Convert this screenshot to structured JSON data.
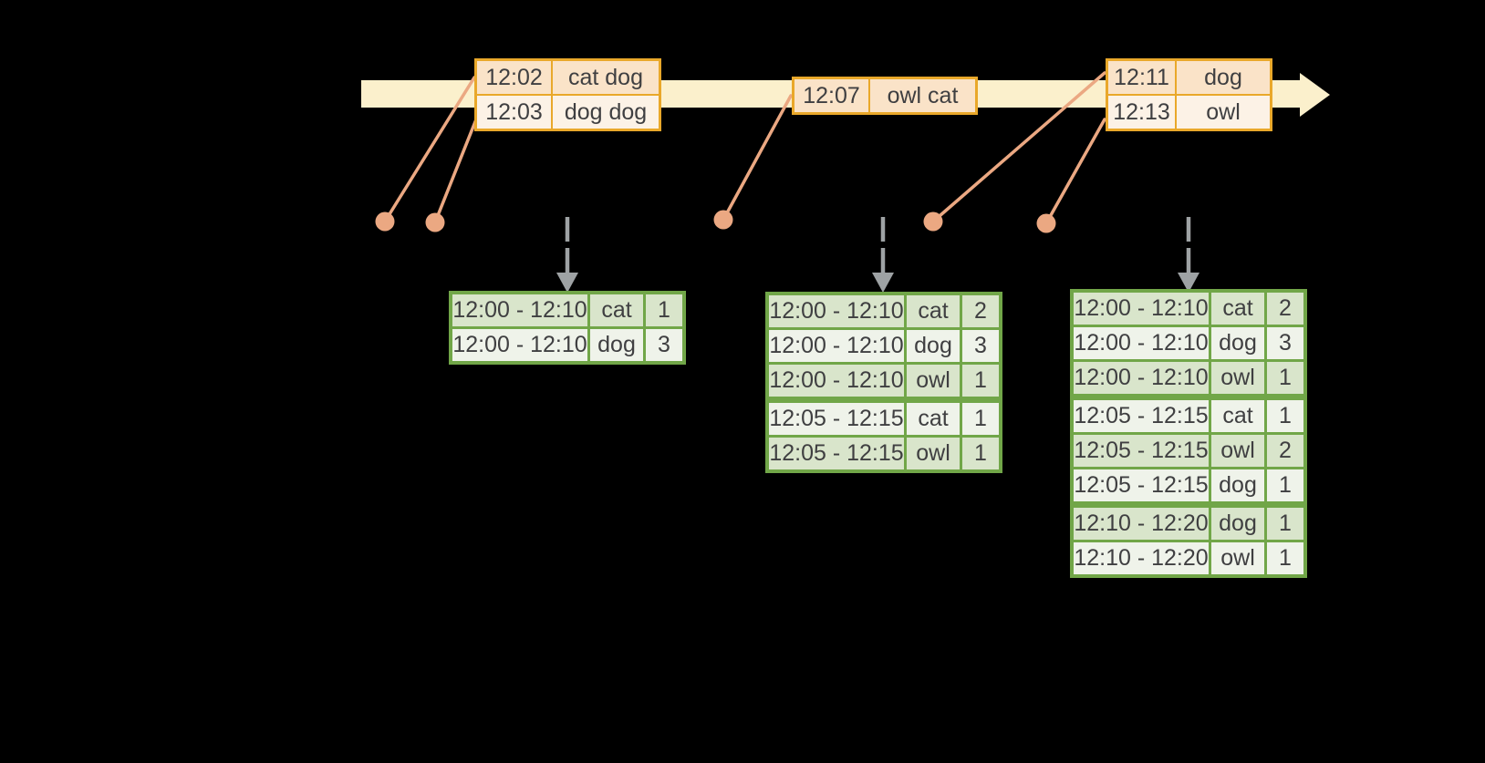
{
  "colors": {
    "background": "#000000",
    "timeline_band": "#FBF0CC",
    "event_table_border": "#E9A82A",
    "event_row_fill": "#FAE3C8",
    "event_row_alt_fill": "#FCF2E6",
    "connector_salmon": "#EBA882",
    "result_table_border": "#71A648",
    "result_row_fill": "#D9E5CB",
    "result_row_alt_fill": "#EFF3EA",
    "trigger_arrow_gray": "#9EA2A4",
    "text": "#3F3F41"
  },
  "event_tables": [
    {
      "rows": [
        {
          "time": "12:02",
          "words": "cat dog"
        },
        {
          "time": "12:03",
          "words": "dog dog"
        }
      ]
    },
    {
      "rows": [
        {
          "time": "12:07",
          "words": "owl cat"
        }
      ]
    },
    {
      "rows": [
        {
          "time": "12:11",
          "words": "dog"
        },
        {
          "time": "12:13",
          "words": "owl"
        }
      ]
    }
  ],
  "result_tables": [
    {
      "groups": [
        {
          "rows": [
            {
              "window": "12:00 - 12:10",
              "word": "cat",
              "count": "1"
            },
            {
              "window": "12:00 - 12:10",
              "word": "dog",
              "count": "3"
            }
          ]
        }
      ]
    },
    {
      "groups": [
        {
          "rows": [
            {
              "window": "12:00 - 12:10",
              "word": "cat",
              "count": "2"
            },
            {
              "window": "12:00 - 12:10",
              "word": "dog",
              "count": "3"
            },
            {
              "window": "12:00 - 12:10",
              "word": "owl",
              "count": "1"
            }
          ]
        },
        {
          "rows": [
            {
              "window": "12:05 - 12:15",
              "word": "cat",
              "count": "1"
            },
            {
              "window": "12:05 - 12:15",
              "word": "owl",
              "count": "1"
            }
          ]
        }
      ]
    },
    {
      "groups": [
        {
          "rows": [
            {
              "window": "12:00 - 12:10",
              "word": "cat",
              "count": "2"
            },
            {
              "window": "12:00 - 12:10",
              "word": "dog",
              "count": "3"
            },
            {
              "window": "12:00 - 12:10",
              "word": "owl",
              "count": "1"
            }
          ]
        },
        {
          "rows": [
            {
              "window": "12:05 - 12:15",
              "word": "cat",
              "count": "1"
            },
            {
              "window": "12:05 - 12:15",
              "word": "owl",
              "count": "2"
            },
            {
              "window": "12:05 - 12:15",
              "word": "dog",
              "count": "1"
            }
          ]
        },
        {
          "rows": [
            {
              "window": "12:10 - 12:20",
              "word": "dog",
              "count": "1"
            },
            {
              "window": "12:10 - 12:20",
              "word": "owl",
              "count": "1"
            }
          ]
        }
      ]
    }
  ]
}
